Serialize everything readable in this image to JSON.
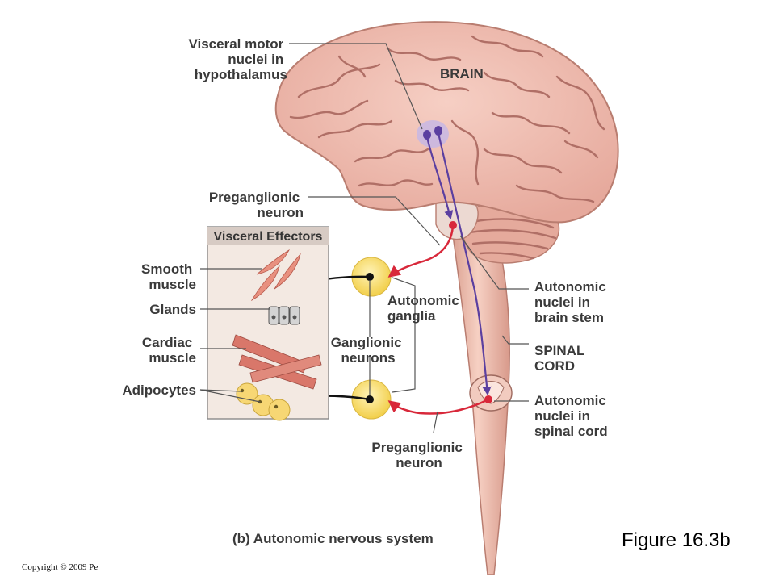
{
  "labels": {
    "visceral_motor": [
      "Visceral motor",
      "nuclei in",
      "hypothalamus"
    ],
    "brain": "BRAIN",
    "preganglionic_top": [
      "Preganglionic",
      "neuron"
    ],
    "visceral_effectors": "Visceral Effectors",
    "smooth_muscle": [
      "Smooth",
      "muscle"
    ],
    "glands": "Glands",
    "cardiac_muscle": [
      "Cardiac",
      "muscle"
    ],
    "adipocytes": "Adipocytes",
    "autonomic_ganglia": [
      "Autonomic",
      "ganglia"
    ],
    "ganglionic_neurons": [
      "Ganglionic",
      "neurons"
    ],
    "nuclei_brain_stem": [
      "Autonomic",
      "nuclei in",
      "brain stem"
    ],
    "spinal_cord": [
      "SPINAL",
      "CORD"
    ],
    "nuclei_spinal_cord": [
      "Autonomic",
      "nuclei in",
      "spinal cord"
    ],
    "preganglionic_bottom": [
      "Preganglionic",
      "neuron"
    ]
  },
  "caption": "(b) Autonomic nervous system",
  "figure_label": "Figure 16.3b",
  "copyright": "Copyright © 2009 Pe",
  "colors": {
    "brain_fill": "#efbdb0",
    "brain_shadow": "#d99a8f",
    "spinal_fill": "#efc1b2",
    "ganglion_fill": "#f7dc6f",
    "preganglionic": "#d8283a",
    "hypothalamic_tract": "#5b3fa0",
    "effector_box": "#f3e9e2"
  }
}
